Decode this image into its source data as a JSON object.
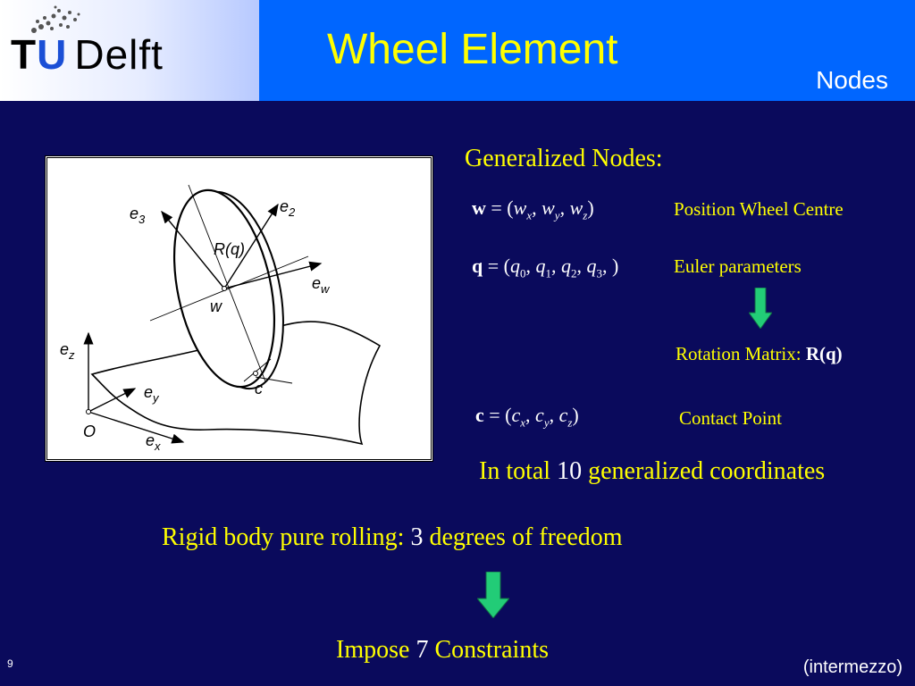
{
  "header": {
    "logo_t": "T",
    "logo_u": "U",
    "logo_delft": "Delft",
    "title": "Wheel Element",
    "subtitle": "Nodes"
  },
  "figure": {
    "labels": {
      "e3": "e3",
      "e2": "e2",
      "Rq": "R(q)",
      "ew": "ew",
      "w": "w",
      "ez": "ez",
      "ey": "ey",
      "c": "c",
      "O": "O",
      "ex": "ex"
    }
  },
  "right": {
    "heading": "Generalized Nodes:",
    "w_desc": "Position Wheel Centre",
    "q_desc": "Euler parameters",
    "rot_label": "Rotation Matrix: ",
    "rot_bold": "R(q)",
    "c_desc": "Contact Point",
    "total_pre": "In total ",
    "total_num": "10",
    "total_post": " generalized coordinates"
  },
  "bottom": {
    "rigid_pre": "Rigid body pure rolling:  ",
    "rigid_num": "3",
    "rigid_post": " degrees of freedom",
    "impose_pre": "Impose ",
    "impose_num": "7",
    "impose_post": " Constraints"
  },
  "footer": {
    "page": "9",
    "note": "(intermezzo)"
  },
  "colors": {
    "background": "#0a0a5c",
    "header": "#0066ff",
    "title": "#ffff00",
    "arrow": "#22cc77"
  }
}
